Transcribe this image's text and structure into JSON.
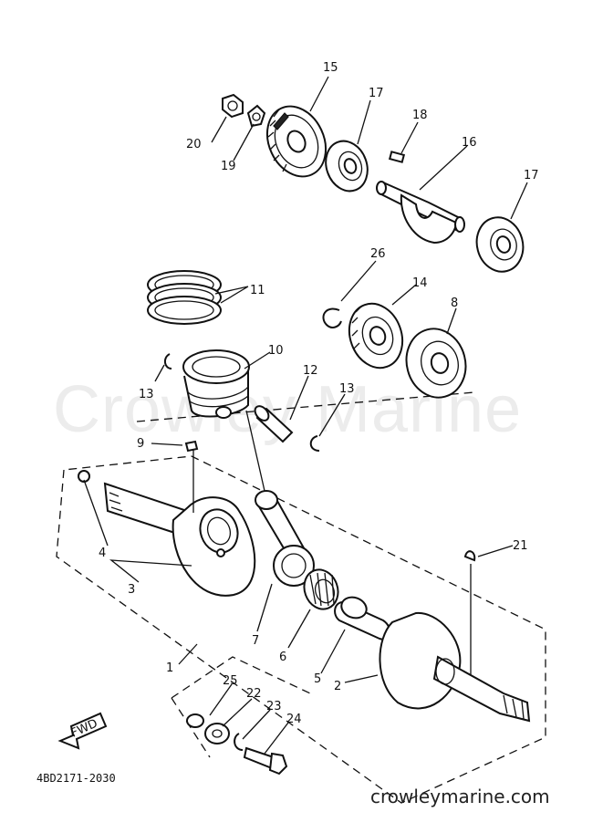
{
  "watermark": "Crowley Marine",
  "diagram_code": "4BD2171-2030",
  "site_url": "crowleymarine.com",
  "fwd_label": "FWD",
  "callouts": {
    "c1": "1",
    "c2": "2",
    "c3": "3",
    "c4": "4",
    "c5": "5",
    "c6": "6",
    "c7": "7",
    "c8": "8",
    "c9": "9",
    "c10": "10",
    "c11": "11",
    "c12": "12",
    "c13a": "13",
    "c13b": "13",
    "c14": "14",
    "c15": "15",
    "c16": "16",
    "c17a": "17",
    "c17b": "17",
    "c18": "18",
    "c19": "19",
    "c20": "20",
    "c21": "21",
    "c22": "22",
    "c23": "23",
    "c24": "24",
    "c25": "25",
    "c26": "26"
  }
}
